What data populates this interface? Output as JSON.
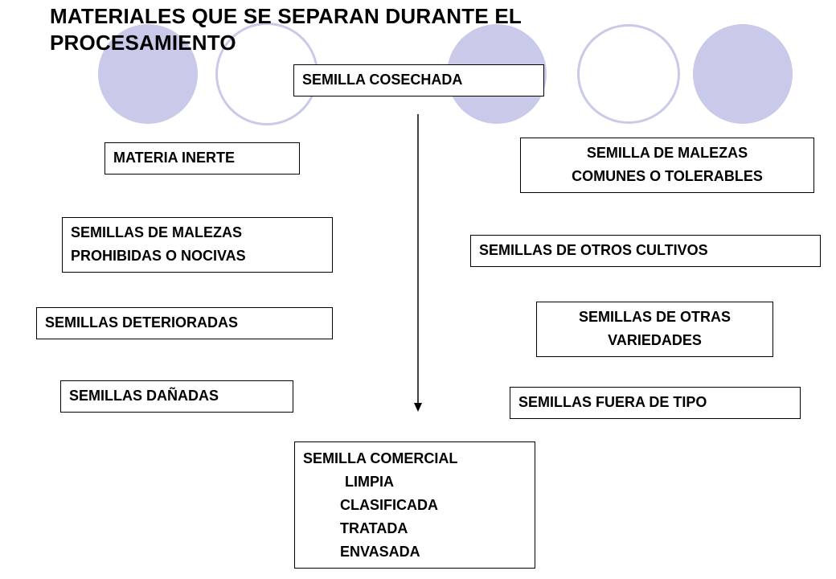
{
  "title": {
    "line1": "MATERIALES QUE SE SEPARAN DURANTE EL",
    "line2": "PROCESAMIENTO"
  },
  "source_box": "SEMILLA COSECHADA",
  "left_items": {
    "inert": "MATERIA INERTE",
    "forbidden_line1": "SEMILLAS DE MALEZAS",
    "forbidden_line2": "PROHIBIDAS O NOCIVAS",
    "deteriorated": "SEMILLAS DETERIORADAS",
    "damaged": "SEMILLAS DAÑADAS"
  },
  "right_items": {
    "common_line1": "SEMILLA DE MALEZAS",
    "common_line2": "COMUNES O TOLERABLES",
    "other_crops": "SEMILLAS DE OTROS CULTIVOS",
    "other_var_line1": "SEMILLAS DE OTRAS",
    "other_var_line2": "VARIEDADES",
    "off_type": "SEMILLAS FUERA DE TIPO"
  },
  "final_box": {
    "heading": "SEMILLA COMERCIAL",
    "items": [
      "LIMPIA",
      "CLASIFICADA",
      "TRATADA",
      "ENVASADA"
    ]
  },
  "colors": {
    "decorative_circles": "#c9c9e9",
    "border": "#000000",
    "text": "#000000"
  }
}
